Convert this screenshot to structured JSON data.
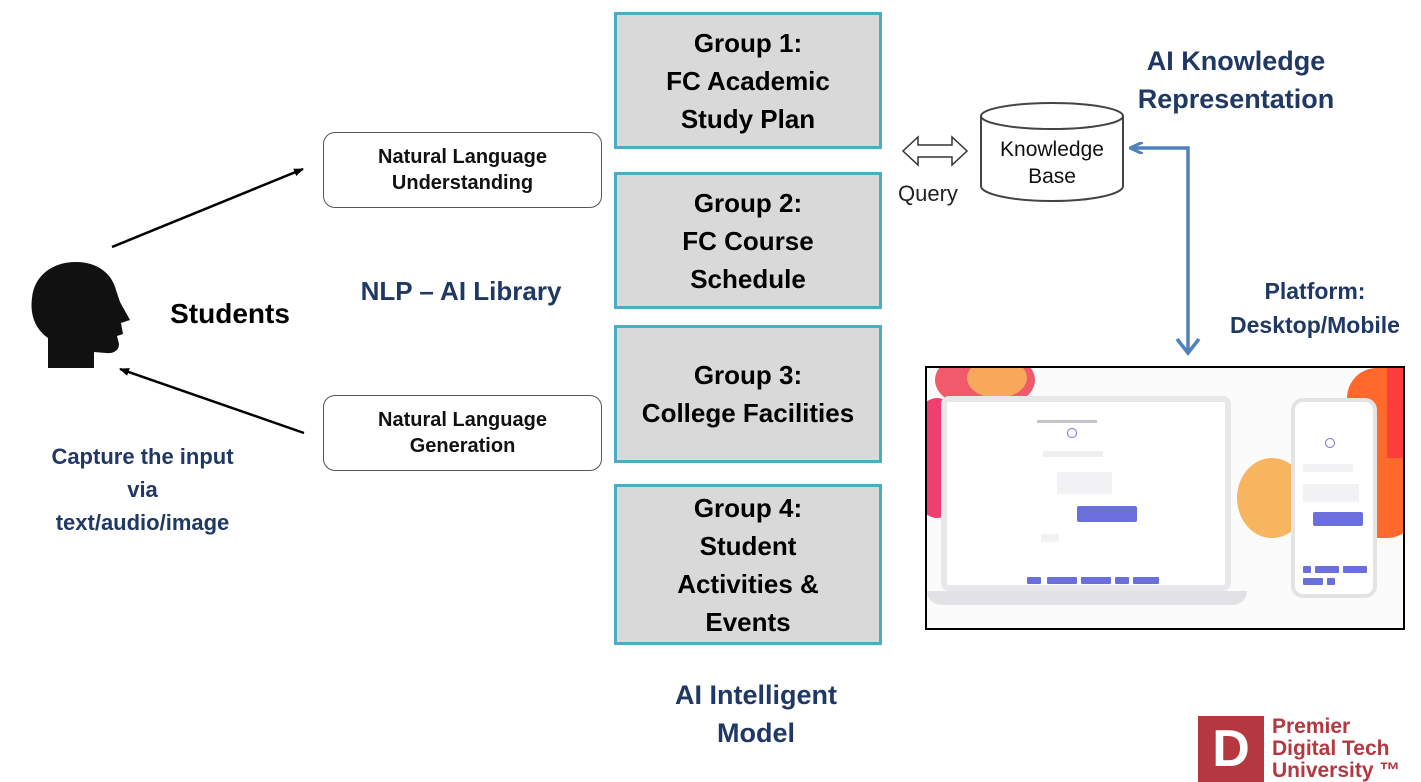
{
  "labels": {
    "students": "Students",
    "capture": "Capture the input\nvia\ntext/audio/image",
    "nlp_library": "NLP – AI Library",
    "ai_model": "AI Intelligent\nModel",
    "ai_knowledge": "AI Knowledge\nRepresentation",
    "platform": "Platform:\nDesktop/Mobile",
    "query": "Query"
  },
  "nl_boxes": {
    "understanding": "Natural Language\nUnderstanding",
    "generation": "Natural Language\nGeneration"
  },
  "knowledge_base": "Knowledge\nBase",
  "groups": [
    "Group 1:\nFC Academic\nStudy Plan",
    "Group 2:\nFC Course\nSchedule",
    "Group 3:\nCollege Facilities",
    "Group 4:\nStudent\nActivities &\nEvents"
  ],
  "logo": {
    "line1": "Premier",
    "line2": "Digital Tech",
    "line3": "University ™",
    "letter": "D"
  },
  "colors": {
    "group_fill": "#d9d9d9",
    "group_border": "#4bacc6",
    "navy_text": "#1f3864",
    "arrow_blue": "#4f81bd",
    "logo_red": "#b5373f"
  }
}
